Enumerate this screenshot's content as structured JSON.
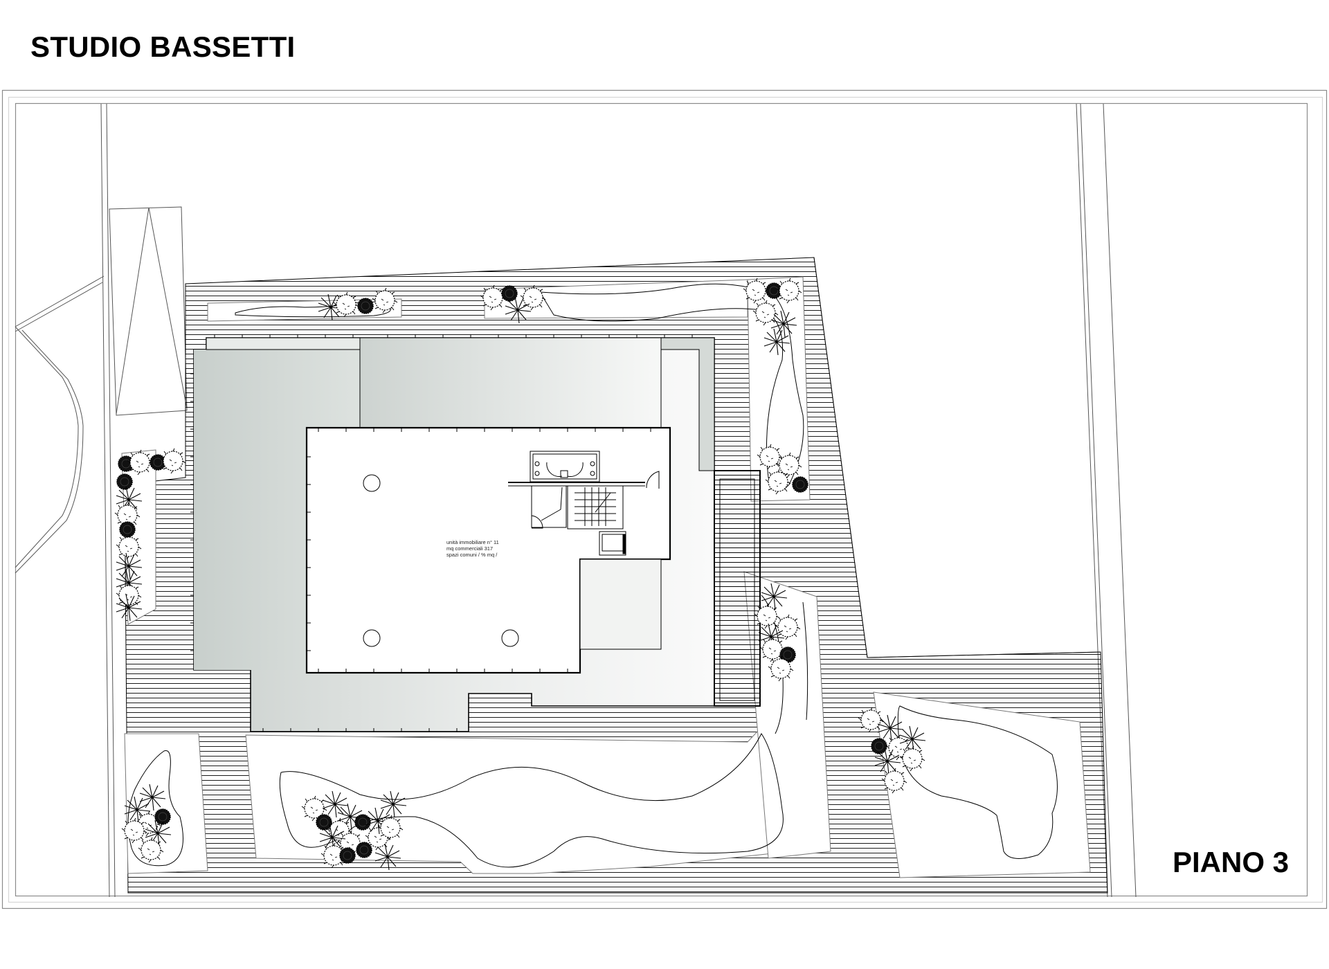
{
  "header": {
    "title": "STUDIO BASSETTI"
  },
  "drawing": {
    "floor_label": "PIANO 3",
    "unit_info": {
      "line1": "unità immobiliare n° 11",
      "line2": "mq commerciali 317",
      "line3": "spazi comuni / % mq /"
    },
    "colors": {
      "background": "#ffffff",
      "line": "#000000",
      "frame": "#8a8a8a",
      "gray_dark": "#c9cfcc",
      "gray_light": "#f4f5f4"
    },
    "elements": [
      "site-boundary",
      "building-footprint",
      "terrace-decking",
      "planters",
      "stair-core",
      "bathrooms",
      "elevator",
      "columns"
    ]
  }
}
